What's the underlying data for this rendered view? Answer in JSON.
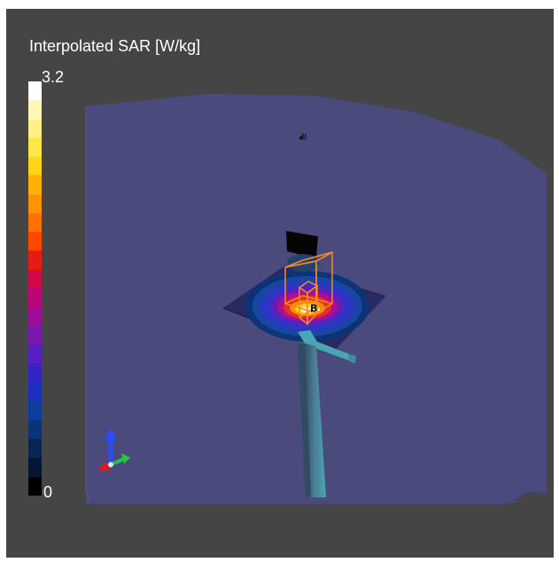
{
  "legend": {
    "title": "Interpolated SAR [W/kg]",
    "max_label": "3.2",
    "min_label": "0",
    "colors": [
      "#FFFFFF",
      "#FFF7B8",
      "#FFEF86",
      "#FFE44A",
      "#FFD519",
      "#FFB10A",
      "#FF9305",
      "#FF7003",
      "#FF4700",
      "#E61C14",
      "#D00A46",
      "#BA0677",
      "#9D0D98",
      "#7B17AF",
      "#5520C0",
      "#3423C6",
      "#1D2FBE",
      "#0E3E9C",
      "#0A3378",
      "#0A2553",
      "#071630",
      "#000000"
    ]
  },
  "scene": {
    "labels": {
      "h": "H",
      "b": "B"
    },
    "colors": {
      "viewport_bg": "#454545",
      "volume": "#4A4A7C",
      "plate": "#2A2A63",
      "pole": "#49A6B4",
      "pole_shadow": "#314B62",
      "frame": "#F58A25",
      "axis_x": "#E01919",
      "axis_y": "#29C447",
      "axis_z": "#294DFF"
    },
    "icons": {
      "axes": "xyz-axis-icon",
      "marker": "h-marker-icon"
    }
  }
}
